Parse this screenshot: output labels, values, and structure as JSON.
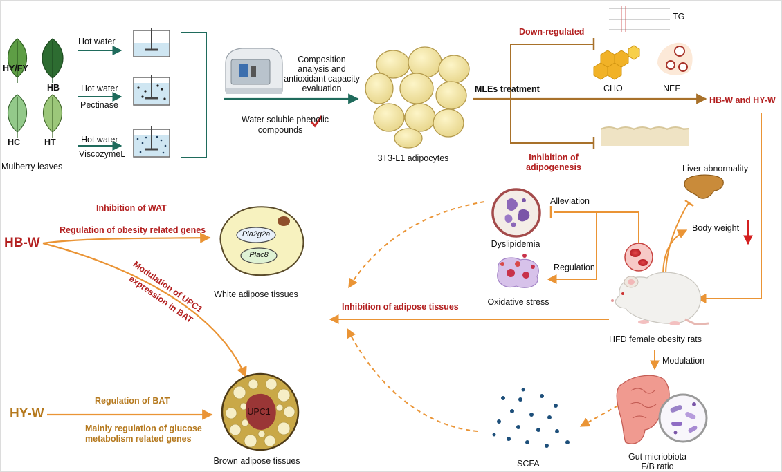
{
  "colors": {
    "teal_arrow": "#1f6b5c",
    "brown_arrow": "#a8712a",
    "orange_arrow": "#ea9435",
    "red_text": "#b32020",
    "gold_text": "#b5791e"
  },
  "icons": [
    "leaf-icon",
    "beaker-icon",
    "analyzer-machine-icon",
    "adipocyte-cells-icon",
    "lipid-structure-icon",
    "cholesterol-hexagon-icon",
    "nef-droplets-icon",
    "fat-tissue-strip-icon",
    "liver-icon",
    "red-blood-cell-icon",
    "dyslipidemia-cell-icon",
    "oxidative-stress-cell-icon",
    "rat-icon",
    "white-adipocyte-icon",
    "brown-adipocyte-icon",
    "intestine-icon",
    "bacteria-magnifier-icon",
    "scfa-dots-icon",
    "checkmark-icon"
  ],
  "leaves": {
    "hy_fy": "HY/FY",
    "hb": "HB",
    "hc": "HC",
    "ht": "HT",
    "caption": "Mulberry leaves"
  },
  "extraction": {
    "step1": "Hot water",
    "step2_a": "Hot water",
    "step2_b": "Pectinase",
    "step3_a": "Hot water",
    "step3_b": "ViscozymeL"
  },
  "analysis": {
    "line1": "Composition",
    "line2": "analysis and",
    "line3": "antioxidant capacity",
    "line4": "evaluation",
    "phenolic_1": "Water soluble phenolic",
    "phenolic_2": "compounds"
  },
  "adipocytes": {
    "label": "3T3-L1 adipocytes"
  },
  "treatment": {
    "label": "MLEs treatment",
    "down_regulated": "Down-regulated",
    "tg": "TG",
    "cho": "CHO",
    "nef": "NEF",
    "inhibition_1": "Inhibition of",
    "inhibition_2": "adipogenesis",
    "result": "HB-W and HY-W"
  },
  "rat_panel": {
    "liver": "Liver abnormality",
    "body_weight": "Body weight",
    "alleviation": "Alleviation",
    "dyslipidemia": "Dyslipidemia",
    "regulation": "Regulation",
    "oxidative": "Oxidative stress",
    "rats": "HFD female obesity rats",
    "modulation": "Modulation",
    "gut_1": "Gut micriobiota",
    "gut_2": "F/B ratio",
    "scfa": "SCFA",
    "inhibition_adipose": "Inhibition of adipose tissues"
  },
  "hbw": {
    "label": "HB-W",
    "wat": "Inhibition of WAT",
    "genes": "Regulation of obesity related genes",
    "ucp_1": "Modulation of UPC1",
    "ucp_2": "expression in BAT",
    "pla2g2a": "Pla2g2a",
    "plac8": "Plac8",
    "white": "White adipose tissues"
  },
  "hyw": {
    "label": "HY-W",
    "bat": "Regulation of BAT",
    "glucose_1": "Mainly regulation of glucose",
    "glucose_2": "metabolism related genes",
    "upc1": "UPC1",
    "brown": "Brown adipose tissues"
  }
}
